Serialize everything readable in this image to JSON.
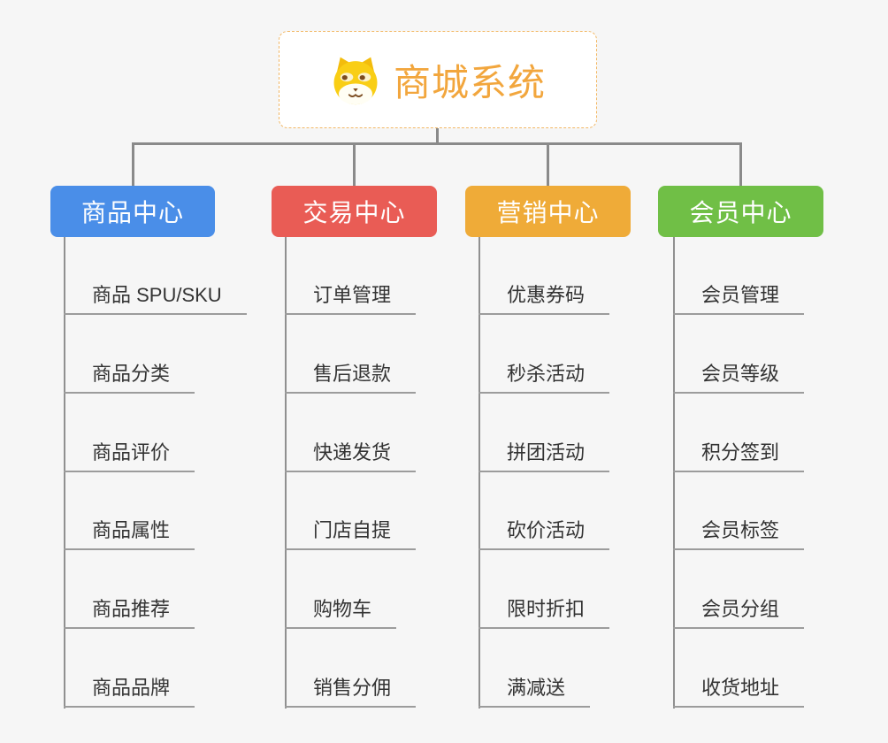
{
  "background_color": "#F6F6F6",
  "connector_color": "#8A8A8A",
  "root": {
    "title": "商城系统",
    "icon": "dog-face-icon",
    "text_color": "#F2A63D",
    "border_color": "#F2B866",
    "background": "#FFFFFF"
  },
  "branches": [
    {
      "label": "商品中心",
      "color": "#4A8EE8",
      "children": [
        "商品 SPU/SKU",
        "商品分类",
        "商品评价",
        "商品属性",
        "商品推荐",
        "商品品牌"
      ]
    },
    {
      "label": "交易中心",
      "color": "#E95C55",
      "children": [
        "订单管理",
        "售后退款",
        "快递发货",
        "门店自提",
        "购物车",
        "销售分佣"
      ]
    },
    {
      "label": "营销中心",
      "color": "#EFAB38",
      "children": [
        "优惠券码",
        "秒杀活动",
        "拼团活动",
        "砍价活动",
        "限时折扣",
        "满减送"
      ]
    },
    {
      "label": "会员中心",
      "color": "#70BF46",
      "children": [
        "会员管理",
        "会员等级",
        "积分签到",
        "会员标签",
        "会员分组",
        "收货地址"
      ]
    }
  ]
}
